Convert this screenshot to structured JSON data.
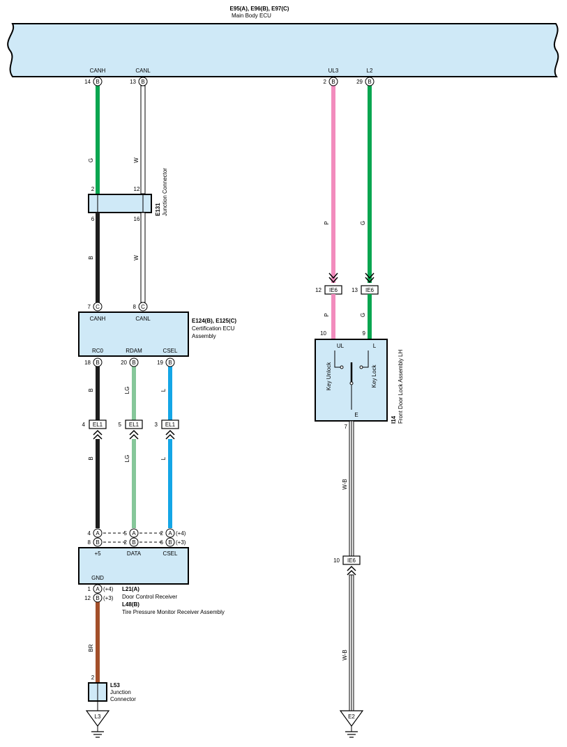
{
  "colors": {
    "box_fill": "#cfe9f7",
    "G": "#0aa650",
    "W": "#ffffff",
    "B": "#1e1e1e",
    "P": "#f28cbd",
    "LG": "#86c79a",
    "L": "#14a6e6",
    "BR": "#a34f2a",
    "W-B": "#ffffff"
  },
  "ecu": {
    "id": "E95(A), E96(B), E97(C)",
    "name": "Main Body ECU"
  },
  "ecu_pins": [
    {
      "num": "14",
      "letter": "B",
      "name": "CANH"
    },
    {
      "num": "13",
      "letter": "B",
      "name": "CANL"
    },
    {
      "num": "2",
      "letter": "B",
      "name": "UL3"
    },
    {
      "num": "29",
      "letter": "B",
      "name": "L2"
    }
  ],
  "j131": {
    "id": "E131",
    "name": "Junction Connector",
    "pins_top": [
      "2",
      "12"
    ],
    "pins_bottom": [
      "6",
      "16"
    ]
  },
  "cert": {
    "id": "E124(B), E125(C)",
    "name1": "Certification ECU",
    "name2": "Assembly",
    "top_pins": [
      {
        "num": "7",
        "letter": "C",
        "name": "CANH"
      },
      {
        "num": "8",
        "letter": "C",
        "name": "CANL"
      }
    ],
    "bottom_pins": [
      {
        "num": "18",
        "letter": "B",
        "name": "RC0"
      },
      {
        "num": "20",
        "letter": "B",
        "name": "RDAM"
      },
      {
        "num": "19",
        "letter": "B",
        "name": "CSEL"
      }
    ]
  },
  "el1": {
    "label": "EL1",
    "pins": [
      "4",
      "5",
      "3"
    ]
  },
  "ie6": {
    "label": "IE6",
    "pins": [
      "12",
      "13",
      "10"
    ]
  },
  "receiver": {
    "id_a": "L21(A)",
    "name_a": "Door Control Receiver",
    "id_b": "L48(B)",
    "name_b": "Tire Pressure Monitor Receiver Assembly",
    "col_labels": [
      "+5",
      "DATA",
      "CSEL"
    ],
    "gnd_label": "GND",
    "row_a": {
      "letter": "A",
      "pins": [
        "4",
        "5",
        "2"
      ],
      "note": "(+4)"
    },
    "row_b": {
      "letter": "B",
      "pins": [
        "8",
        "2",
        "6"
      ],
      "note": "(+3)"
    },
    "gnd_a": {
      "num": "1",
      "letter": "A",
      "note": "(+4)"
    },
    "gnd_b": {
      "num": "12",
      "letter": "B",
      "note": "(+3)"
    }
  },
  "l53": {
    "id": "L53",
    "name1": "Junction",
    "name2": "Connector",
    "pin": "2"
  },
  "door_lock": {
    "id": "I14",
    "name": "Front Door Lock Assembly LH",
    "pin_ul": "10",
    "pin_l": "9",
    "pin_e": "7",
    "label_ul": "UL",
    "label_l": "L",
    "label_e": "E",
    "key_unlock": "Key Unlock",
    "key_lock": "Key Lock"
  },
  "grounds": [
    "L3",
    "E2"
  ],
  "wire_labels": {
    "canh_upper": "G",
    "canl_upper": "W",
    "canh_lower": "B",
    "canl_lower": "W",
    "ul_upper": "P",
    "l2_upper": "G",
    "ul_lower": "P",
    "l2_lower": "G",
    "rc0_upper": "B",
    "rdam_upper": "LG",
    "csel_upper": "L",
    "rc0_lower": "B",
    "rdam_lower": "LG",
    "csel_lower": "L",
    "gnd_wire": "BR",
    "e_wire_upper": "W-B",
    "e_wire_lower": "W-B"
  }
}
